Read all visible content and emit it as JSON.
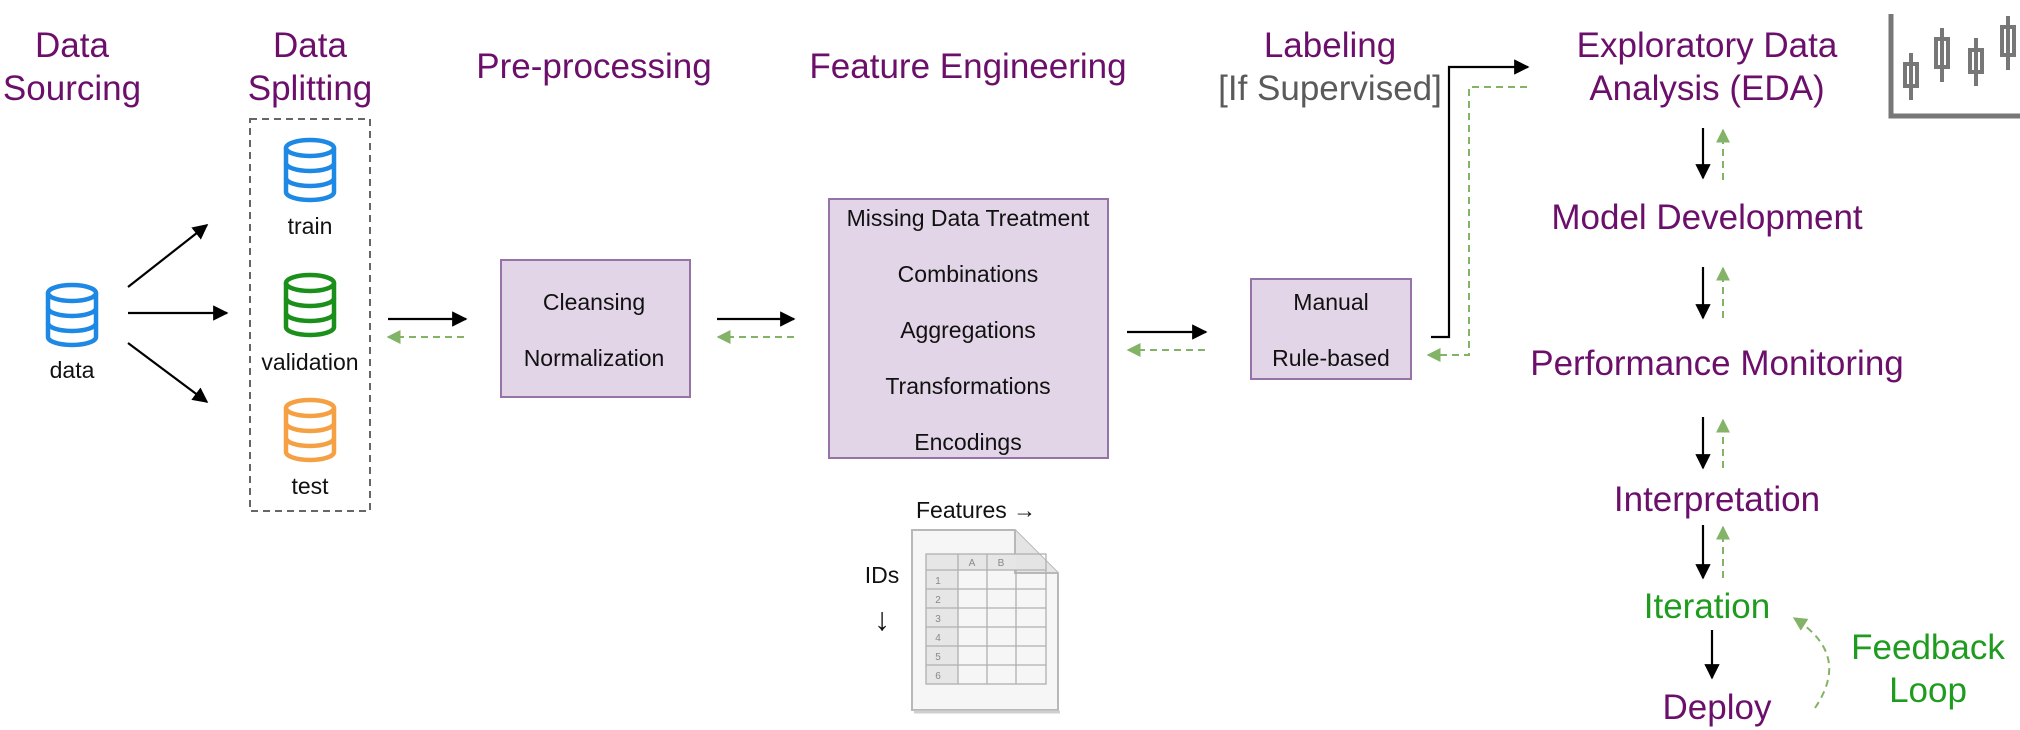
{
  "stages": {
    "data_sourcing": [
      "Data",
      "Sourcing"
    ],
    "data_splitting": [
      "Data",
      "Splitting"
    ],
    "preprocessing": "Pre-processing",
    "feature_engineering": "Feature Engineering",
    "labeling": "Labeling",
    "labeling_note": "[If Supervised]",
    "eda": [
      "Exploratory Data",
      "Analysis (EDA)"
    ],
    "model_development": "Model Development",
    "performance_monitoring": "Performance Monitoring",
    "interpretation": "Interpretation",
    "iteration": "Iteration",
    "deploy": "Deploy",
    "feedback_loop": [
      "Feedback",
      "Loop"
    ]
  },
  "datasets": {
    "source": "data",
    "train": "train",
    "validation": "validation",
    "test": "test"
  },
  "preprocessing_steps": [
    "Cleansing",
    "Normalization"
  ],
  "feature_steps": [
    "Missing Data Treatment",
    "Combinations",
    "Aggregations",
    "Transformations",
    "Encodings"
  ],
  "labeling_methods": [
    "Manual",
    "Rule-based"
  ],
  "feature_table": {
    "features_label": "Features →",
    "ids_label": "IDs",
    "ids_arrow": "↓",
    "columns": [
      "A",
      "B"
    ],
    "rows": [
      "1",
      "2",
      "3",
      "4",
      "5",
      "6"
    ]
  },
  "colors": {
    "stage_title": "#6b0f6b",
    "iteration": "#1f9c1f",
    "box_fill": "#e1d5e7",
    "box_stroke": "#9673a6",
    "feedback_arrow": "#82b366",
    "train_db": "#1e88e5",
    "validation_db": "#1a8f1a",
    "test_db": "#f5a042",
    "source_db": "#1e88e5"
  },
  "icons": {
    "source": "database-icon",
    "train": "database-icon",
    "validation": "database-icon",
    "test": "database-icon",
    "eda": "candlestick-chart-icon",
    "table": "spreadsheet-icon"
  }
}
